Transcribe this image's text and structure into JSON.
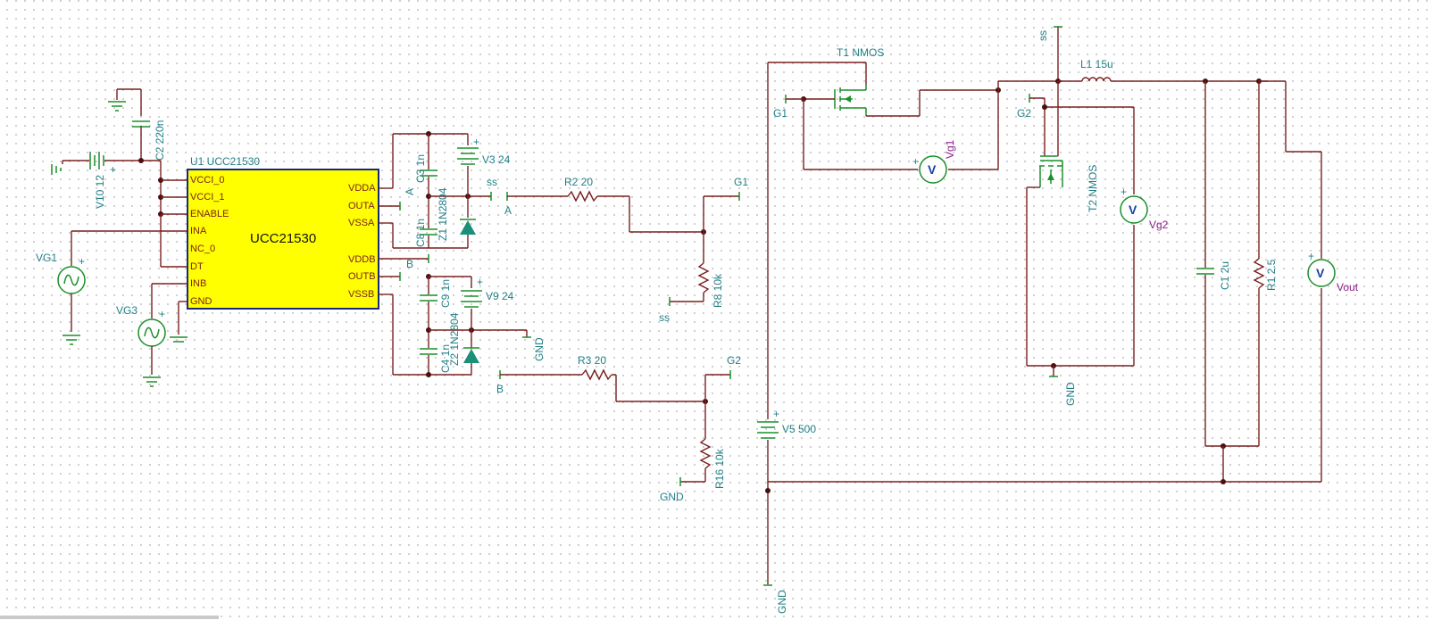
{
  "ic": {
    "ref": "U1 UCC21530",
    "name": "UCC21530",
    "left_pins": [
      "VCCI_0",
      "VCCI_1",
      "ENABLE",
      "INA",
      "NC_0",
      "DT",
      "INB",
      "GND"
    ],
    "right_pins": [
      "VDDA",
      "OUTA",
      "VSSA",
      "VDDB",
      "OUTB",
      "VSSB"
    ]
  },
  "labels": {
    "c2": "C2 220n",
    "v10": "V10 12",
    "vg1": "VG1",
    "vg3": "VG3",
    "c3": "C3 1n",
    "c8": "C8 1n",
    "z1": "Z1 1N2804",
    "v3": "V3 24",
    "ss1": "ss",
    "a1": "A",
    "a2": "A",
    "r2": "R2 20",
    "g1a": "G1",
    "r8": "R8 10k",
    "ss2": "ss",
    "b1": "B",
    "c9": "C9 1n",
    "v9": "V9 24",
    "c4": "C4 1n",
    "z2": "Z2 1N2804",
    "gnd1": "GND",
    "b2": "B",
    "r3": "R3 20",
    "g2a": "G2",
    "r16": "R16 10k",
    "gnd2": "GND",
    "t1": "T1 NMOS",
    "g1b": "G1",
    "vg1m": "Vg1",
    "ss3": "ss",
    "l1": "L1 15u",
    "g2b": "G2",
    "t2": "T2 NMOS",
    "vg2m": "Vg2",
    "gnd3": "GND",
    "c1": "C1 2u",
    "r1": "R1 2.5",
    "voutm": "Vout",
    "v5": "V5 500",
    "gnd4": "GND"
  },
  "meter_symbol": "V",
  "plus_sign": "+"
}
